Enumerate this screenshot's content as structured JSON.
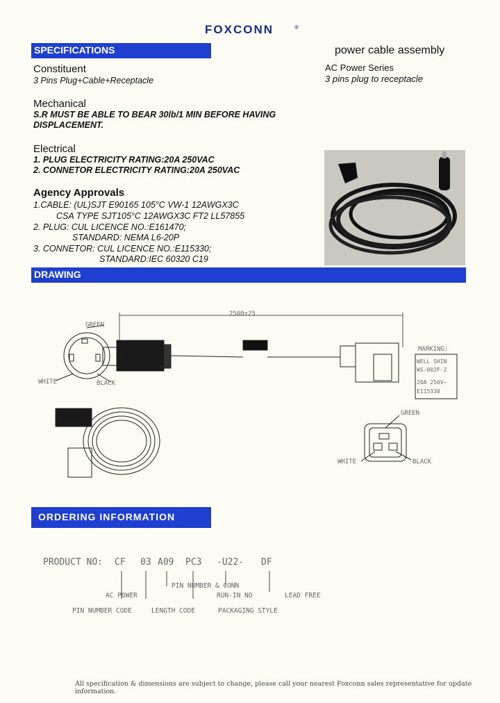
{
  "logo": "FOXCONN",
  "logo_mark": "®",
  "title": "power  cable  assembly",
  "series": "AC Power Series",
  "series_sub": "3 pins plug to receptacle",
  "spec_bar": "SPECIFICATIONS",
  "constituent": {
    "heading": "Constituent",
    "text": "3 Pins Plug+Cable+Receptacle"
  },
  "mechanical": {
    "heading": "Mechanical",
    "lines": [
      "S.R MUST BE ABLE TO BEAR 30lb/1 MIN BEFORE HAVING",
      "DISPLACEMENT."
    ]
  },
  "electrical": {
    "heading": "Electrical",
    "lines": [
      "1. PLUG ELECTRICITY RATING:20A 250VAC",
      "2. CONNETOR ELECTRICITY RATING:20A 250VAC"
    ]
  },
  "agency": {
    "heading": "Agency Approvals",
    "lines": [
      "1.CABLE: (UL)SJT E90165 105°C VW-1 12AWGX3C",
      "CSA TYPE SJT105°C 12AWGX3C FT2 LL57855",
      "2. PLUG: CUL LICENCE NO.:E161470;",
      "STANDARD: NEMA L6-20P",
      "3. CONNETOR: CUL LICENCE NO.:E115330;",
      "STANDARD:IEC 60320 C19"
    ]
  },
  "drawing_bar": "DRAWING",
  "drawing": {
    "dimension": "2500±25",
    "green": "GREEN",
    "white": "WHITE",
    "black": "BLACK",
    "marking_title": "MARKING:",
    "marking_lines": [
      "WELL SHIN",
      "WS-002F-2",
      "20A 250V~",
      "E115330"
    ]
  },
  "ordering_bar": "ORDERING   INFORMATION",
  "ordering": {
    "product_label": "PRODUCT NO:",
    "codes": [
      "CF",
      "03",
      "A09",
      "PC3",
      "-U22-",
      "DF"
    ],
    "labels": {
      "ac_power": "AC POWER",
      "pin_number_row1": "PIN NUMBER & CONN",
      "run_in": "RUN-IN NO",
      "lead_free": "LEAD FREE",
      "pin_number_code": "PIN NUMBER CODE",
      "length_code": "LENGTH CODE",
      "packaging": "PACKAGING STYLE"
    }
  },
  "footer": "All specification & dimensions are subject to change, please call your nearest Foxconn sales representative for update information."
}
